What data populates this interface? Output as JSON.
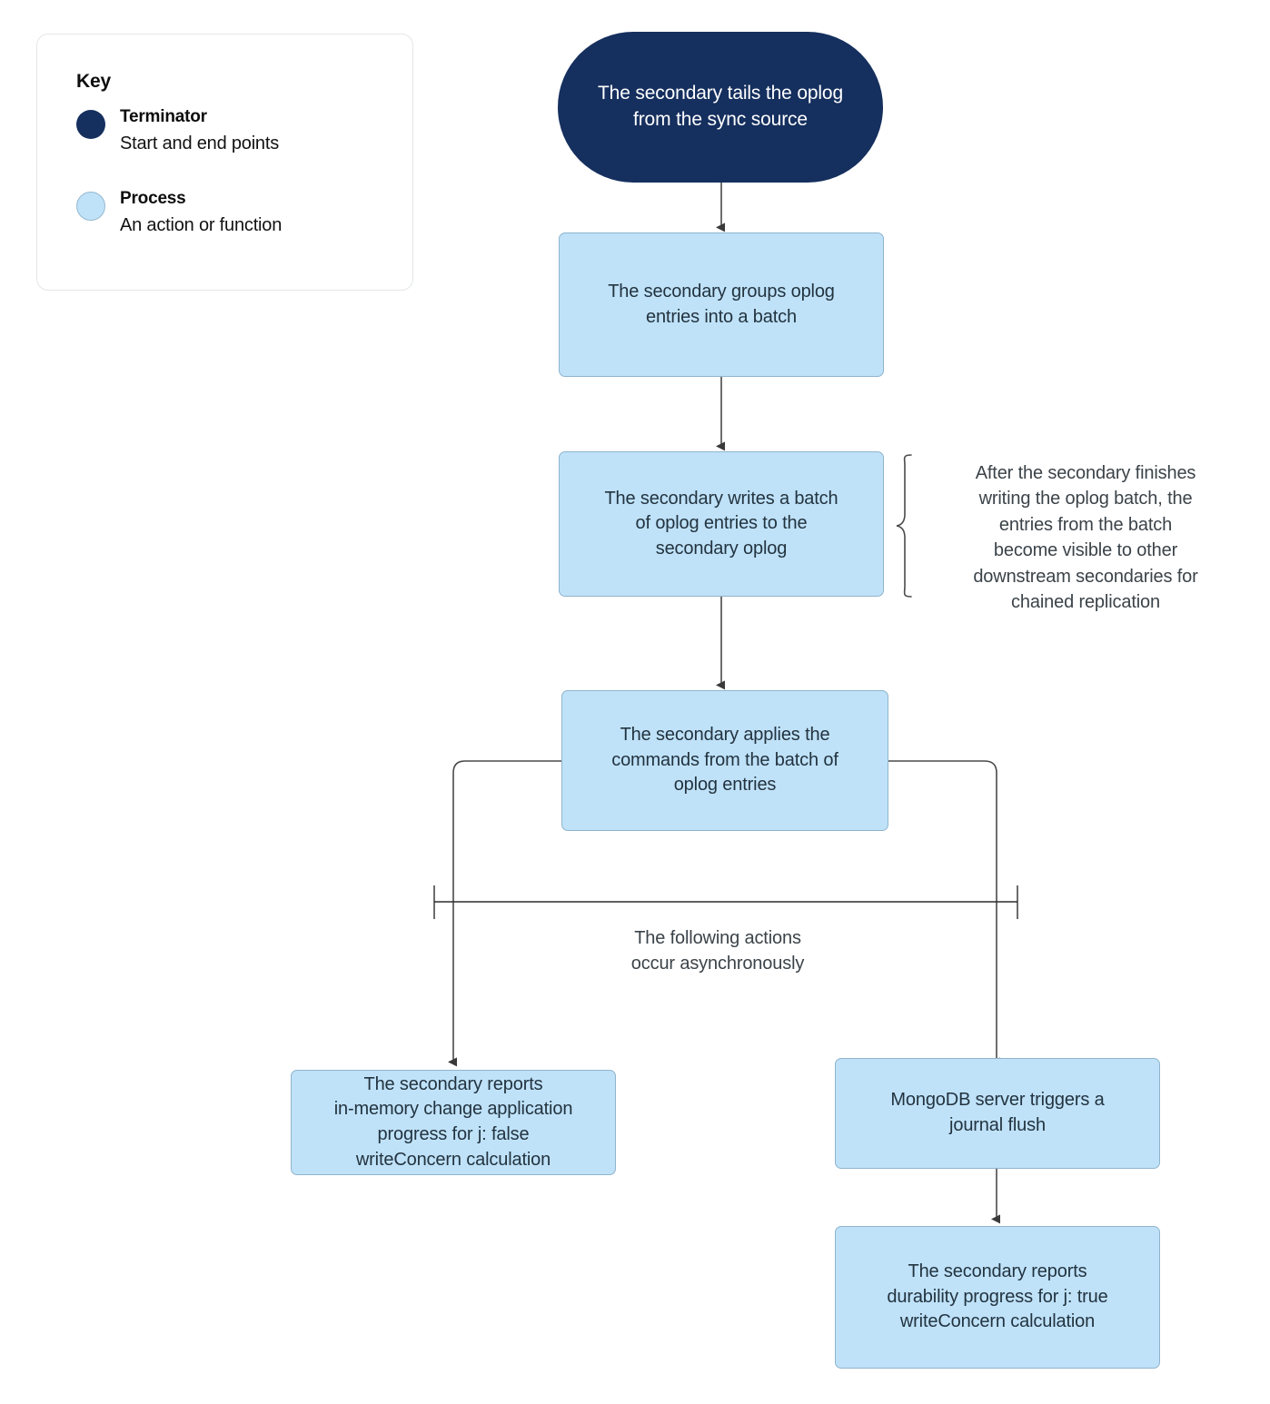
{
  "legend": {
    "title": "Key",
    "items": [
      {
        "name": "Terminator",
        "description": "Start and end points",
        "color": "#152f5e",
        "swatch": "terminator-swatch"
      },
      {
        "name": "Process",
        "description": "An action or function",
        "color": "#bfe2f9",
        "swatch": "process-swatch"
      }
    ]
  },
  "palette": {
    "terminator_fill": "#152f5e",
    "process_fill": "#bfe2f9",
    "process_stroke": "#8fb4cd",
    "connector_stroke": "#4a4a4a",
    "node_text_dark": "#23333f",
    "node_text_light": "#ffffff",
    "annotation_text": "#3b4349",
    "card_border": "#e3e6e8",
    "background": "#ffffff"
  },
  "flow": {
    "nodes": [
      {
        "id": "tails-oplog",
        "type": "terminator",
        "text": "The secondary tails the oplog\nfrom the sync source"
      },
      {
        "id": "groups-entries",
        "type": "process",
        "text": "The secondary groups oplog\nentries into a batch"
      },
      {
        "id": "writes-batch",
        "type": "process",
        "text": "The secondary writes a batch\nof oplog entries to the\nsecondary oplog"
      },
      {
        "id": "applies-commands",
        "type": "process",
        "text": "The secondary applies the\ncommands from the batch of\noplog entries"
      },
      {
        "id": "reports-in-memory",
        "type": "process",
        "text": "The secondary reports\nin-memory change application\nprogress for j: false\nwriteConcern calculation"
      },
      {
        "id": "journal-flush",
        "type": "process",
        "text": "MongoDB server triggers a\njournal flush"
      },
      {
        "id": "reports-durability",
        "type": "process",
        "text": "The secondary reports\ndurability progress for j: true\nwriteConcern calculation"
      }
    ],
    "annotations": [
      {
        "id": "chained-replication-note",
        "text": "After the secondary finishes\nwriting the oplog batch, the\nentries from the batch\nbecome visible to other\ndownstream secondaries for\nchained replication"
      },
      {
        "id": "async-note",
        "text": "The following actions\noccur asynchronously"
      }
    ],
    "edges": [
      {
        "from": "tails-oplog",
        "to": "groups-entries",
        "kind": "arrow"
      },
      {
        "from": "groups-entries",
        "to": "writes-batch",
        "kind": "arrow"
      },
      {
        "from": "writes-batch",
        "to": "applies-commands",
        "kind": "arrow"
      },
      {
        "from": "applies-commands",
        "to": "reports-in-memory",
        "kind": "elbow-arrow-left"
      },
      {
        "from": "applies-commands",
        "to": "journal-flush",
        "kind": "elbow-arrow-right"
      },
      {
        "from": "journal-flush",
        "to": "reports-durability",
        "kind": "arrow"
      }
    ]
  },
  "chart_data": {
    "type": "diagram",
    "title": "MongoDB secondary oplog replication flow",
    "node_sequence": [
      "The secondary tails the oplog from the sync source",
      "The secondary groups oplog entries into a batch",
      "The secondary writes a batch of oplog entries to the secondary oplog",
      "The secondary applies the commands from the batch of oplog entries"
    ],
    "parallel_branches": [
      [
        "The secondary reports in-memory change application progress for j: false writeConcern calculation"
      ],
      [
        "MongoDB server triggers a journal flush",
        "The secondary reports durability progress for j: true writeConcern calculation"
      ]
    ]
  }
}
